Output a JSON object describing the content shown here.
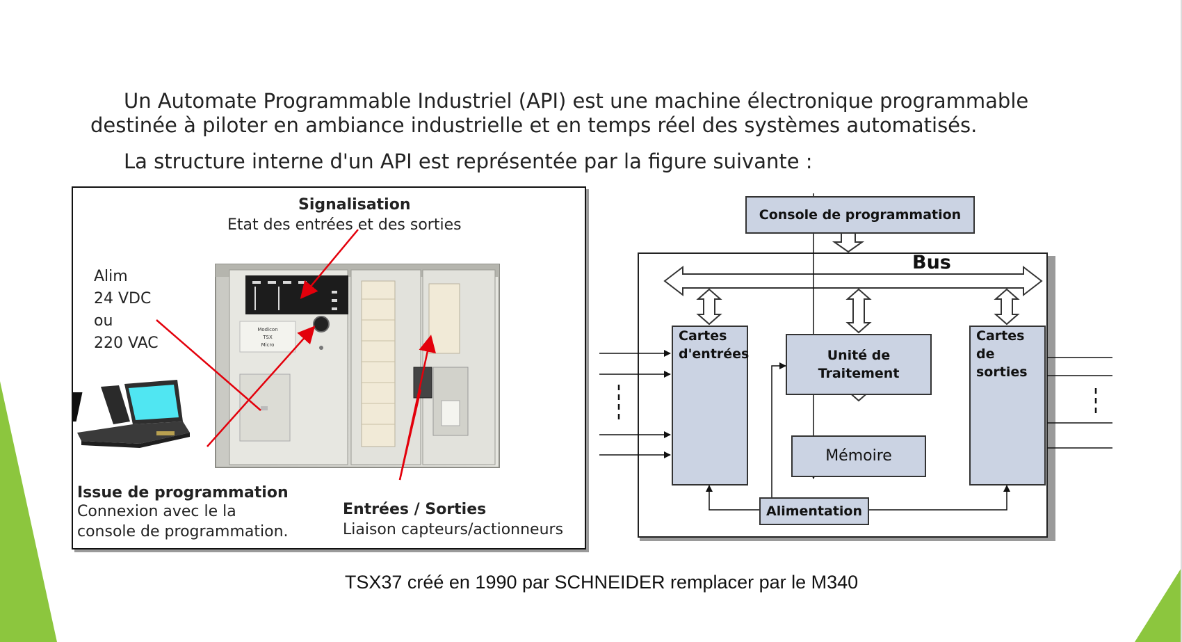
{
  "intro": {
    "para1": "Un Automate Programmable Industriel (API) est une machine électronique programmable destinée à piloter en ambiance industrielle et en temps réel des systèmes automatisés.",
    "para2": "La structure interne d'un API est représentée par  la figure suivante :"
  },
  "photo_panel": {
    "signalisation_title": "Signalisation",
    "signalisation_desc": "Etat des entrées et des sorties",
    "alim_line1": "Alim",
    "alim_line2": "24 VDC",
    "alim_line3": "ou",
    "alim_line4": "220 VAC",
    "plc_brand_line1": "Modicon",
    "plc_brand_line2": "TSX",
    "plc_brand_line3": "Micro",
    "issue_title": "Issue de programmation",
    "issue_desc1": "Connexion avec le la",
    "issue_desc2": "console de programmation.",
    "io_title": "Entrées / Sorties",
    "io_desc": "Liaison capteurs/actionneurs"
  },
  "diagram": {
    "console": "Console de programmation",
    "bus": "Bus",
    "inputs_line1": "Cartes",
    "inputs_line2": "d'entrées",
    "cpu_line1": "Unité de",
    "cpu_line2": "Traitement",
    "outputs_line1": "Cartes",
    "outputs_line2": "de",
    "outputs_line3": "sorties",
    "memory": "Mémoire",
    "power": "Alimentation"
  },
  "caption": "TSX37 créé en 1990 par SCHNEIDER remplacer par le M340",
  "colors": {
    "accent_green": "#8cc63e",
    "arrow_red": "#e3000b",
    "block_fill": "#cbd3e3",
    "bus_fill": "#ffffff"
  }
}
